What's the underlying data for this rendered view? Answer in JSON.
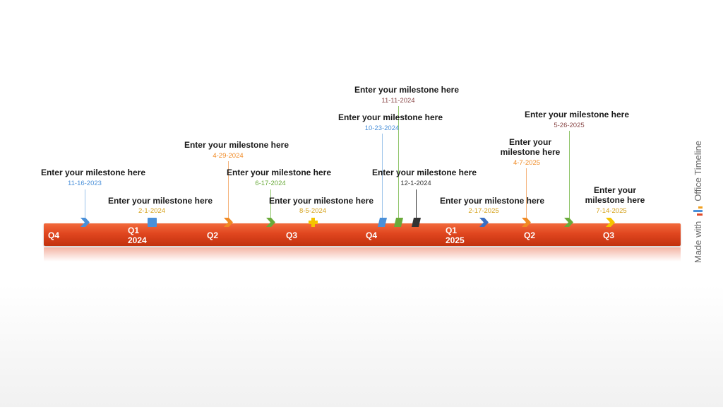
{
  "timeline": {
    "quarters": [
      {
        "label": "Q4",
        "year": ""
      },
      {
        "label": "Q1",
        "year": "2024"
      },
      {
        "label": "Q2",
        "year": ""
      },
      {
        "label": "Q3",
        "year": ""
      },
      {
        "label": "Q4",
        "year": ""
      },
      {
        "label": "Q1",
        "year": "2025"
      },
      {
        "label": "Q2",
        "year": ""
      },
      {
        "label": "Q3",
        "year": ""
      }
    ],
    "milestones": [
      {
        "title": "Enter your milestone here",
        "date": "11-16-2023",
        "color": "#4a90d9",
        "marker": "chevron-icon"
      },
      {
        "title": "Enter your milestone here",
        "date": "2-1-2024",
        "color": "#d4a017",
        "marker": "square-icon"
      },
      {
        "title": "Enter your milestone here",
        "date": "4-29-2024",
        "color": "#f08a24",
        "marker": "chevron-icon"
      },
      {
        "title": "Enter your milestone here",
        "date": "6-17-2024",
        "color": "#6aaa3a",
        "marker": "chevron-icon"
      },
      {
        "title": "Enter your milestone here",
        "date": "8-5-2024",
        "color": "#d4a017",
        "marker": "plus-icon"
      },
      {
        "title": "Enter your milestone here",
        "date": "10-23-2024",
        "color": "#4a90d9",
        "marker": "parallelogram-icon"
      },
      {
        "title": "Enter your milestone here",
        "date": "11-11-2024",
        "color": "#8b4a4a",
        "marker": "parallelogram-icon"
      },
      {
        "title": "Enter your milestone here",
        "date": "12-1-2024",
        "color": "#333333",
        "marker": "parallelogram-icon"
      },
      {
        "title": "Enter your milestone here",
        "date": "2-17-2025",
        "color": "#d4a017",
        "marker": "chevron-icon"
      },
      {
        "title": "Enter your milestone here",
        "date": "4-7-2025",
        "color": "#f08a24",
        "marker": "chevron-icon"
      },
      {
        "title": "Enter your milestone here",
        "date": "5-26-2025",
        "color": "#8b4a4a",
        "marker": "chevron-icon"
      },
      {
        "title": "Enter your milestone here",
        "date": "7-14-2025",
        "color": "#d4a017",
        "marker": "chevron-icon"
      }
    ]
  },
  "branding": {
    "prefix": "Made with",
    "product": "Office Timeline"
  }
}
